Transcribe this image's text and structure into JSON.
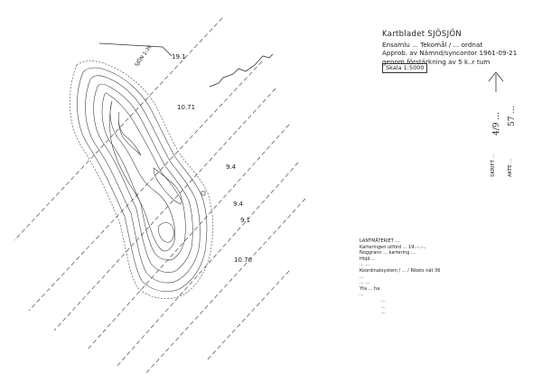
{
  "title_block": {
    "name": "Kartbladet SJÖSJÖN",
    "line2": "Ensamlu ... Tekomål / ... ordnat",
    "line3": "Approb. av Nämnd/syncontor 1961-09-21",
    "line4": "genom förstärkning av 5 k..r tum",
    "scale": "Skala 1:5000"
  },
  "legend_lines": [
    "LANTMÄTERIET ...",
    "Karteringen utförd ... 19..-..-..",
    "Noggrann ... kartering ...",
    "Höjd ...",
    "... ...",
    "Koordinatsystem / ... / Rikets nät 36",
    "...",
    "... ...",
    "Yta ... ha",
    "..."
  ],
  "legend_sub_lines": [
    "...",
    "...",
    "..."
  ],
  "map_labels": {
    "shore_label": "SJÖN 1:36",
    "marks": [
      "19.1",
      "10.71",
      "9.4",
      "9.4",
      "9.1",
      "10.70"
    ]
  },
  "margin_texts": {
    "v1": "SKRIFT ...",
    "v2": "AKTE ...",
    "hand1": "4/9 ...",
    "hand2": "57 ..."
  },
  "icons": {
    "north_arrow": "north-arrow-icon"
  },
  "colors": {
    "ink": "#222222",
    "paper": "#ffffff"
  }
}
